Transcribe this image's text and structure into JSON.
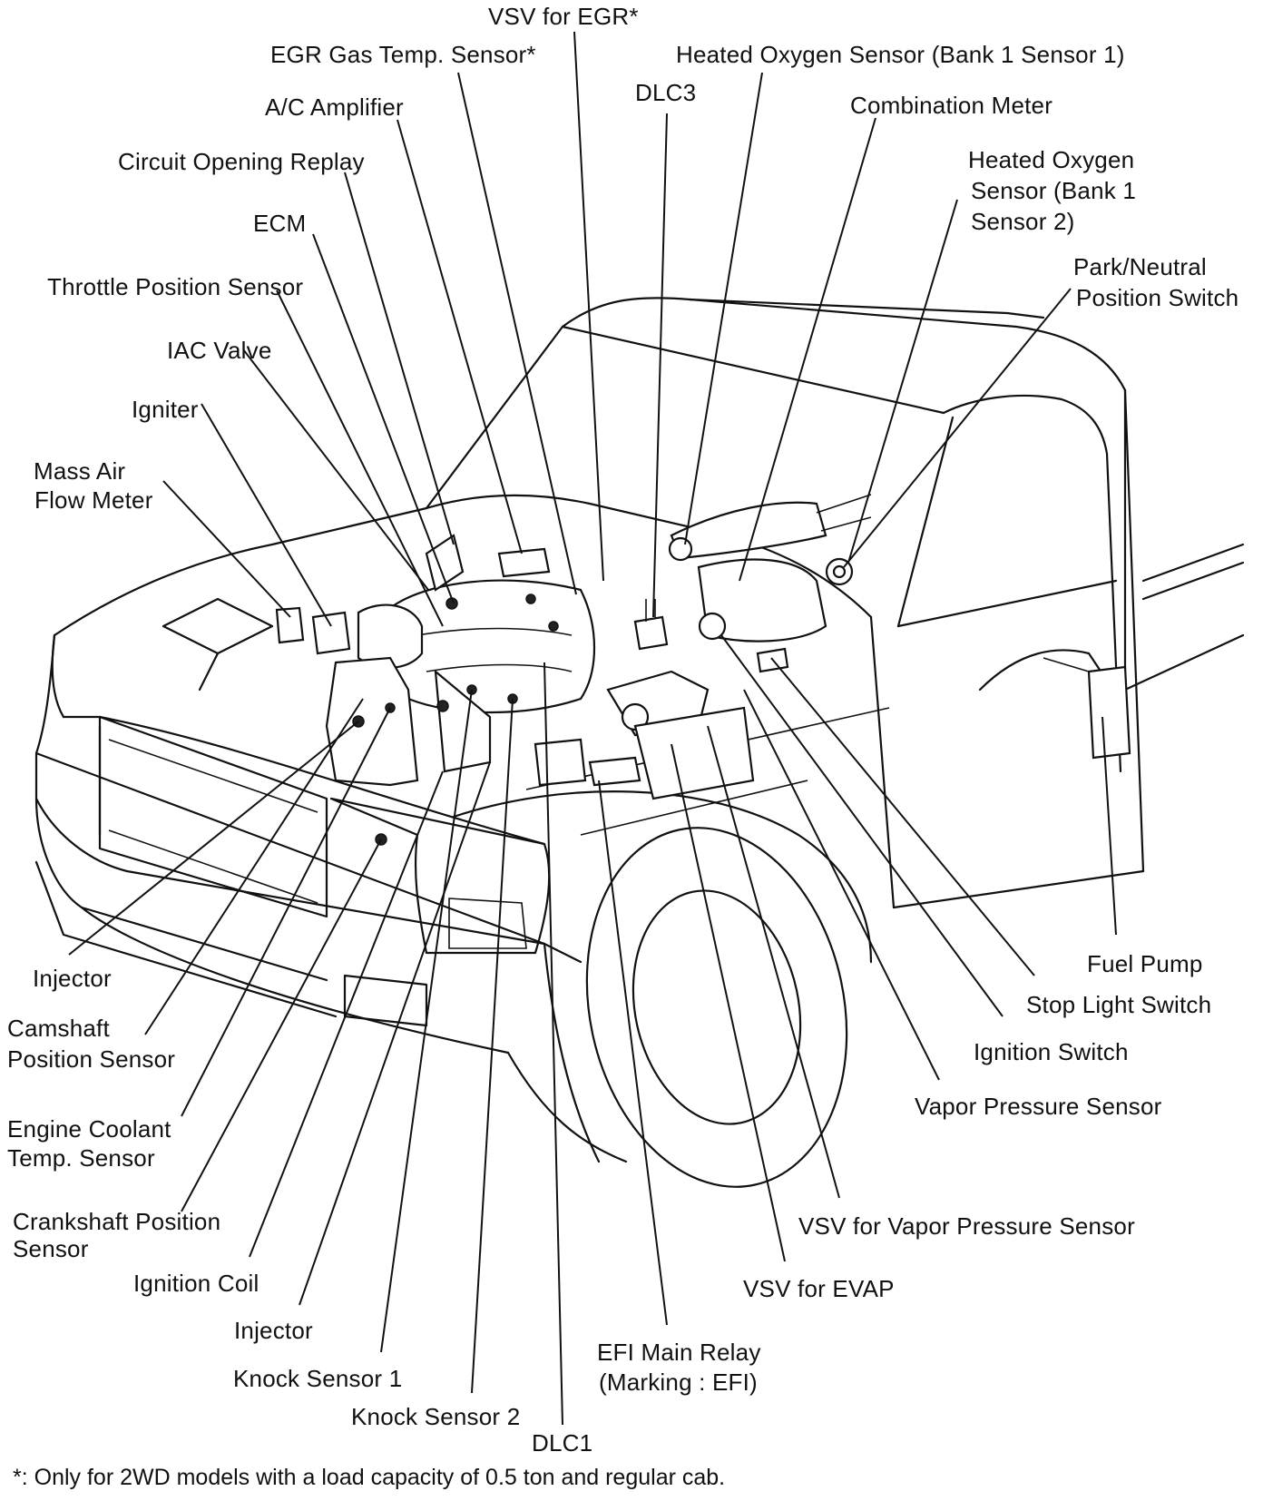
{
  "labels": {
    "vsv_egr": "VSV for EGR*",
    "egr_gas_temp": "EGR Gas Temp. Sensor*",
    "ho2s_b1s1": "Heated Oxygen Sensor (Bank 1 Sensor 1)",
    "dlc3": "DLC3",
    "ac_amplifier": "A/C Amplifier",
    "combination_meter": "Combination Meter",
    "circuit_opening_relay": "Circuit Opening Replay",
    "ho2s_b1s2_line1": "Heated Oxygen",
    "ho2s_b1s2_line2": "Sensor (Bank 1",
    "ho2s_b1s2_line3": "Sensor 2)",
    "ecm": "ECM",
    "park_neutral_line1": "Park/Neutral",
    "park_neutral_line2": "Position Switch",
    "throttle_position_sensor": "Throttle Position Sensor",
    "iac_valve": "IAC Valve",
    "igniter": "Igniter",
    "maf_line1": "Mass Air",
    "maf_line2": "Flow Meter",
    "injector_left": "Injector",
    "camshaft_line1": "Camshaft",
    "camshaft_line2": "Position Sensor",
    "ect_line1": "Engine Coolant",
    "ect_line2": "Temp. Sensor",
    "crankshaft_line1": "Crankshaft Position",
    "crankshaft_line2": "Sensor",
    "ignition_coil": "Ignition Coil",
    "injector_bottom": "Injector",
    "knock_sensor_1": "Knock Sensor 1",
    "knock_sensor_2": "Knock Sensor 2",
    "dlc1": "DLC1",
    "efi_main_relay_line1": "EFI Main Relay",
    "efi_main_relay_line2": "(Marking :  EFI)",
    "vsv_evap": "VSV for EVAP",
    "vsv_vapor": "VSV for Vapor Pressure Sensor",
    "vapor_pressure_sensor": "Vapor Pressure Sensor",
    "ignition_switch": "Ignition Switch",
    "stop_light_switch": "Stop Light Switch",
    "fuel_pump": "Fuel Pump"
  },
  "footnote": "*: Only for 2WD models  with a load capacity of 0.5 ton and regular cab."
}
